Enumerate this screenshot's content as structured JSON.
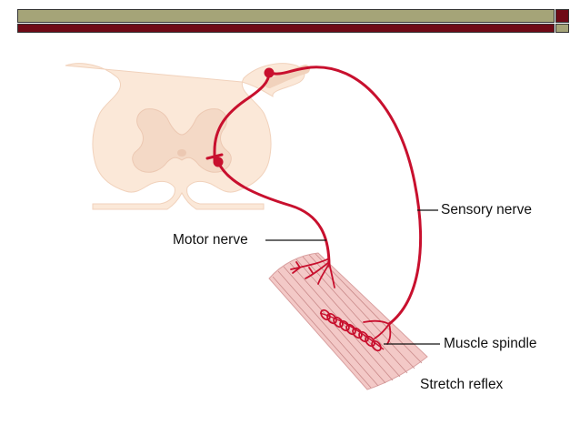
{
  "labels": {
    "sensory": "Sensory nerve",
    "motor": "Motor nerve",
    "spindle": "Muscle spindle",
    "caption": "Stretch reflex"
  },
  "colors": {
    "nerve": "#c8102e",
    "spinal_cord": "#fbe8d8",
    "gray_matter": "#f4d9c6",
    "muscle": "#f3c9c7",
    "muscle_stripe": "#c98a8a",
    "bar_olive": "#a5a478",
    "bar_maroon": "#6f0a16"
  }
}
